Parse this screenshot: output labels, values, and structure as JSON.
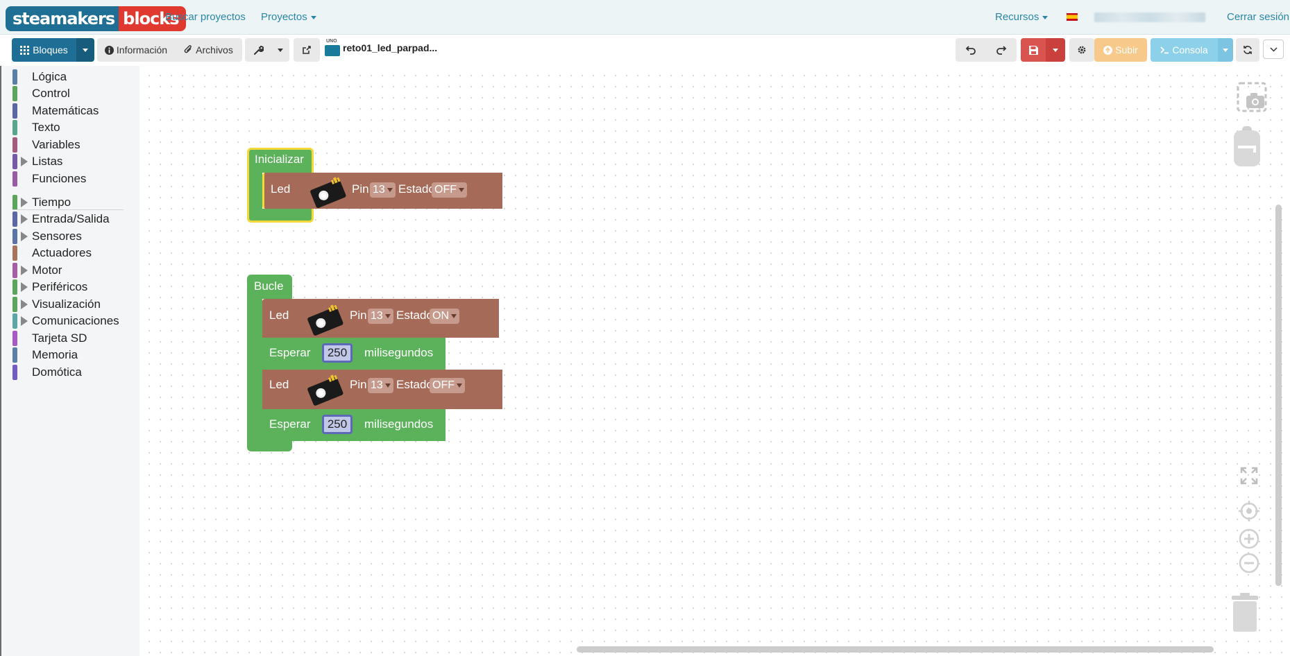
{
  "app": {
    "logo_left": "steamakers",
    "logo_right": "blocks"
  },
  "nav": {
    "search_projects": "Buscar proyectos",
    "projects": "Proyectos",
    "resources": "Recursos",
    "logout": "Cerrar sesión"
  },
  "toolbar": {
    "blocks": "Bloques",
    "info": "Información",
    "files": "Archivos",
    "board": "UNO",
    "project_name": "reto01_led_parpad...",
    "upload": "Subir",
    "console": "Consola"
  },
  "toolbox": {
    "categories": [
      {
        "label": "Lógica",
        "color": "#5b80a5",
        "expandable": false
      },
      {
        "label": "Control",
        "color": "#5ba55b",
        "expandable": false
      },
      {
        "label": "Matemáticas",
        "color": "#5b67a5",
        "expandable": false
      },
      {
        "label": "Texto",
        "color": "#5ba58c",
        "expandable": false
      },
      {
        "label": "Variables",
        "color": "#a55b80",
        "expandable": false
      },
      {
        "label": "Listas",
        "color": "#745ba5",
        "expandable": true
      },
      {
        "label": "Funciones",
        "color": "#995ba5",
        "expandable": false
      },
      {
        "label": "Tiempo",
        "color": "#5ba55b",
        "expandable": true
      },
      {
        "label": "Entrada/Salida",
        "color": "#5b67a5",
        "expandable": true
      },
      {
        "label": "Sensores",
        "color": "#5b73a5",
        "expandable": true
      },
      {
        "label": "Actuadores",
        "color": "#a5745b",
        "expandable": false
      },
      {
        "label": "Motor",
        "color": "#a55ba5",
        "expandable": true
      },
      {
        "label": "Periféricos",
        "color": "#5ba55b",
        "expandable": true
      },
      {
        "label": "Visualización",
        "color": "#5ba55b",
        "expandable": true
      },
      {
        "label": "Comunicaciones",
        "color": "#5ba5a5",
        "expandable": true
      },
      {
        "label": "Tarjeta SD",
        "color": "#a55bc4",
        "expandable": false
      },
      {
        "label": "Memoria",
        "color": "#5b80a5",
        "expandable": false
      },
      {
        "label": "Domótica",
        "color": "#745bc4",
        "expandable": false
      }
    ]
  },
  "workspace": {
    "setup_block": {
      "label": "Inicializar",
      "led": {
        "label": "Led",
        "pin_label": "Pin",
        "pin": "13",
        "state_label": "Estado",
        "state": "OFF"
      }
    },
    "loop_block": {
      "label": "Bucle",
      "led1": {
        "label": "Led",
        "pin_label": "Pin",
        "pin": "13",
        "state_label": "Estado",
        "state": "ON"
      },
      "wait1": {
        "label": "Esperar",
        "value": "250",
        "unit": "milisegundos"
      },
      "led2": {
        "label": "Led",
        "pin_label": "Pin",
        "pin": "13",
        "state_label": "Estado",
        "state": "OFF"
      },
      "wait2": {
        "label": "Esperar",
        "value": "250",
        "unit": "milisegundos"
      }
    }
  },
  "icons": [
    "grid-icon",
    "info-icon",
    "paperclip-icon",
    "wrench-icon",
    "external-link-icon",
    "undo-icon",
    "redo-icon",
    "save-icon",
    "gear-icon",
    "upload-icon",
    "terminal-icon",
    "refresh-icon",
    "chevron-down-icon",
    "screenshot-icon",
    "backpack-icon",
    "fullscreen-icon",
    "recenter-icon",
    "zoom-in-icon",
    "zoom-out-icon",
    "trash-icon",
    "flag-es-icon"
  ]
}
